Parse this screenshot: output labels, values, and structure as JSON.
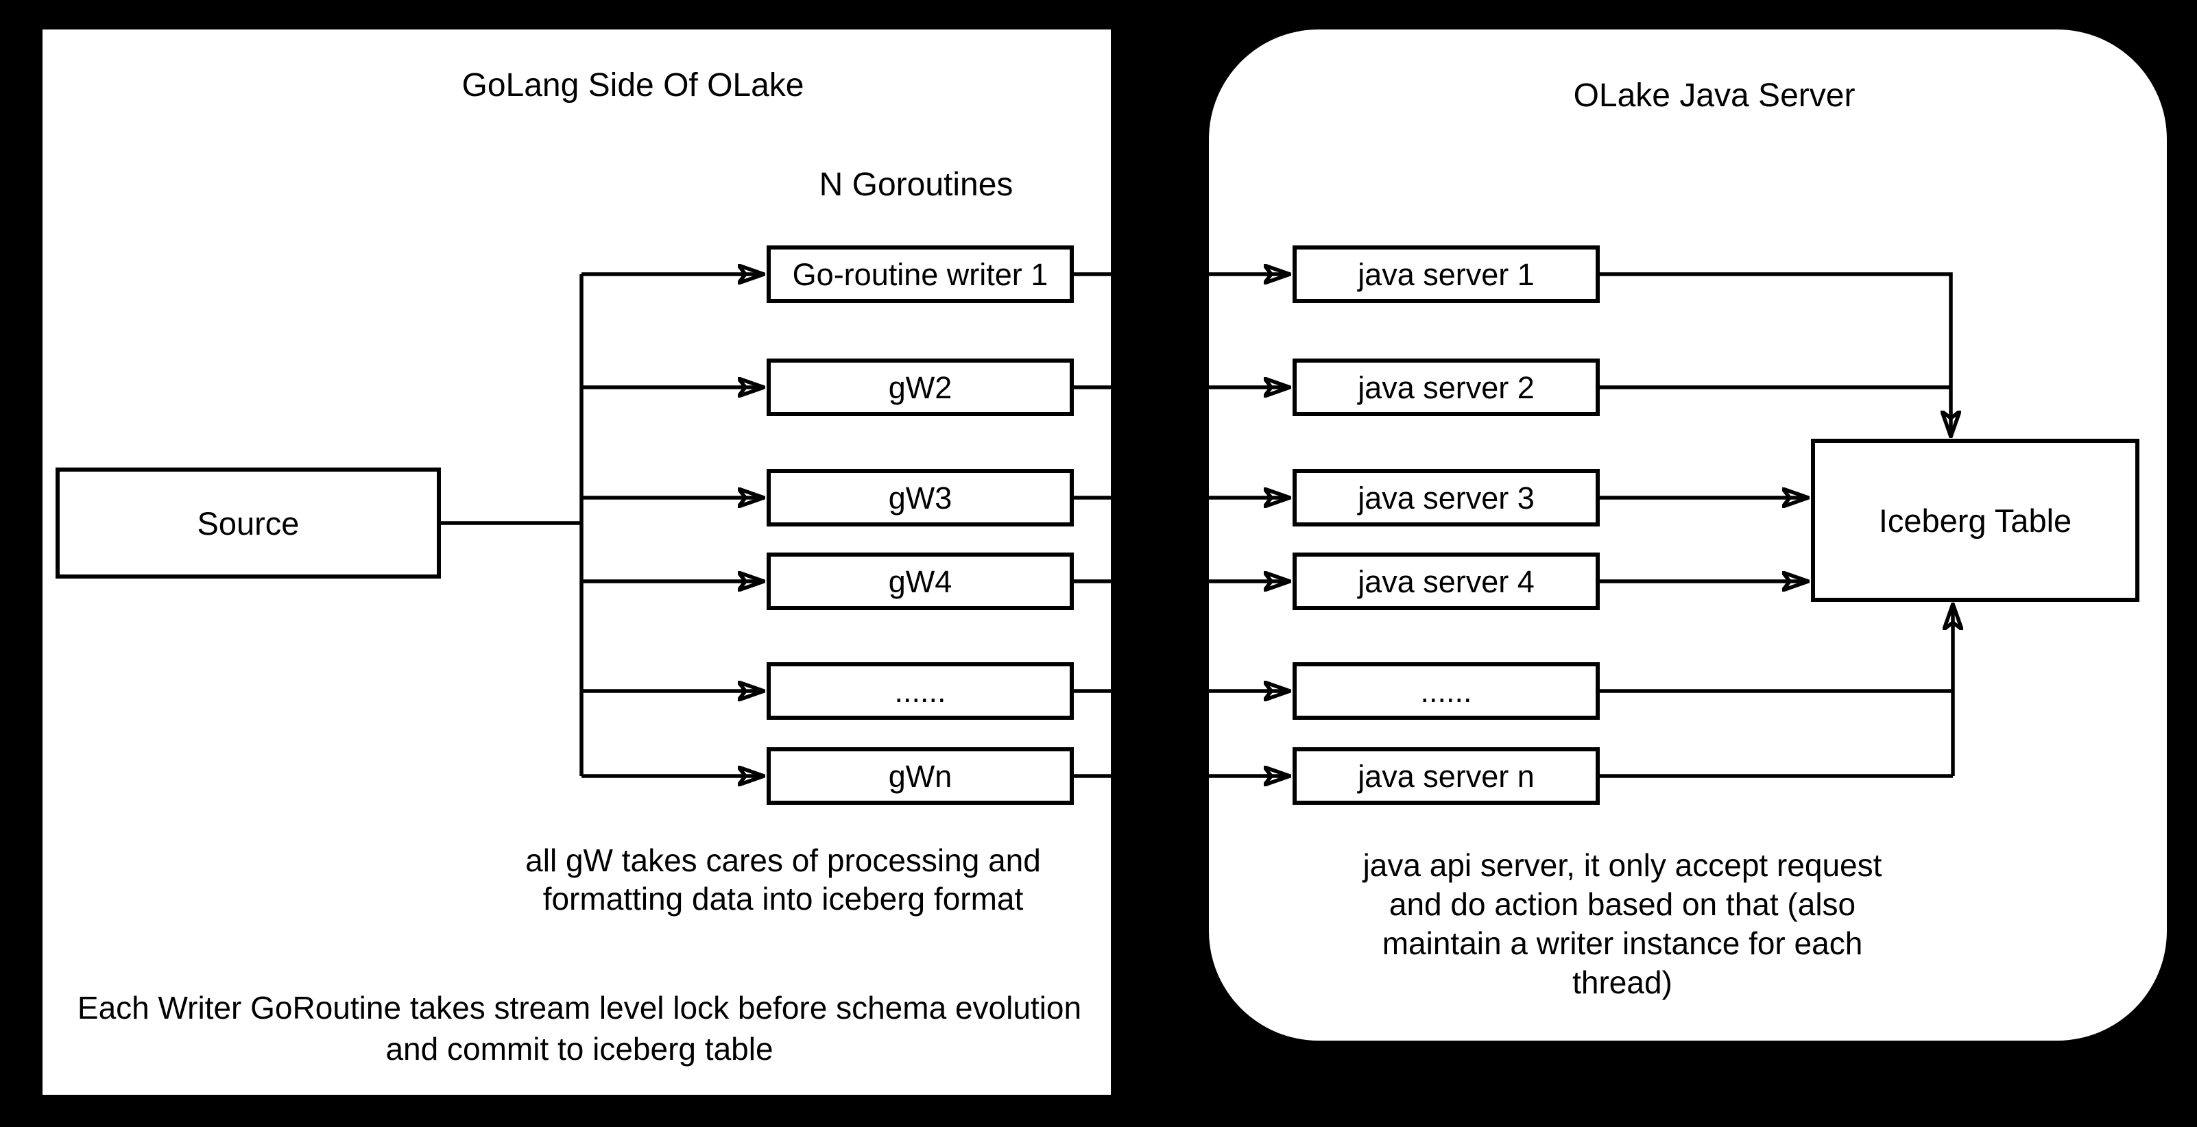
{
  "colors": {
    "background": "#000000",
    "panel_fill": "#ffffff",
    "stroke": "#000000",
    "text": "#000000"
  },
  "left_panel": {
    "title": "GoLang Side Of OLake",
    "goroutines_label": "N Goroutines",
    "source_label": "Source",
    "workers": [
      "Go-routine writer 1",
      "gW2",
      "gW3",
      "gW4",
      "......",
      "gWn"
    ],
    "note_processing": [
      "all gW takes cares of processing and",
      "formatting data into iceberg format"
    ],
    "note_lock": [
      "Each Writer GoRoutine takes stream level lock before schema evolution",
      "and commit to iceberg table"
    ]
  },
  "right_panel": {
    "title": "OLake Java Server",
    "servers": [
      "java server 1",
      "java server 2",
      "java server 3",
      "java server 4",
      "......",
      "java server n"
    ],
    "iceberg_label": "Iceberg Table",
    "note_api": [
      "java api server, it only accept request",
      "and do action based on that (also",
      "maintain a writer instance for each",
      "thread)"
    ]
  }
}
